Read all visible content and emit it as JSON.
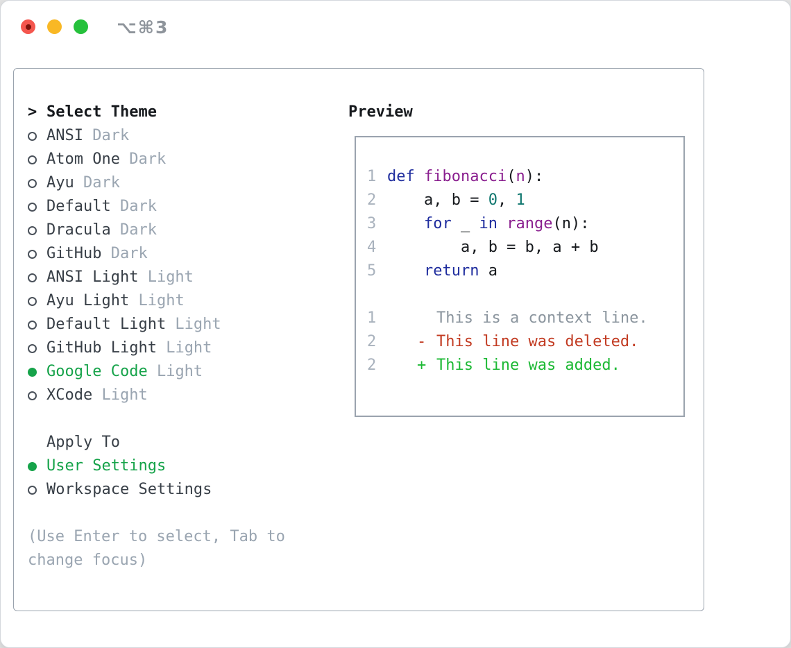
{
  "window": {
    "title": "⌥⌘3"
  },
  "colors": {
    "accent_green": "#16a34a",
    "added_green": "#1db935",
    "deleted_red": "#c23b22",
    "keyword_blue": "#1f2d9e",
    "function_purple": "#8a1f8f",
    "number_teal": "#0e766e",
    "gutter_gray": "#a9b2bd",
    "muted_gray": "#9aa5b1",
    "traffic_close": "#f4564e",
    "traffic_minimize": "#f9b825",
    "traffic_zoom": "#26c13c"
  },
  "theme_panel": {
    "cursor": ">",
    "heading": "Select Theme",
    "themes": [
      {
        "name": "ANSI",
        "variant": "Dark",
        "selected": false
      },
      {
        "name": "Atom One",
        "variant": "Dark",
        "selected": false
      },
      {
        "name": "Ayu",
        "variant": "Dark",
        "selected": false
      },
      {
        "name": "Default",
        "variant": "Dark",
        "selected": false
      },
      {
        "name": "Dracula",
        "variant": "Dark",
        "selected": false
      },
      {
        "name": "GitHub",
        "variant": "Dark",
        "selected": false
      },
      {
        "name": "ANSI Light",
        "variant": "Light",
        "selected": false
      },
      {
        "name": "Ayu Light",
        "variant": "Light",
        "selected": false
      },
      {
        "name": "Default Light",
        "variant": "Light",
        "selected": false
      },
      {
        "name": "GitHub Light",
        "variant": "Light",
        "selected": false
      },
      {
        "name": "Google Code",
        "variant": "Light",
        "selected": true
      },
      {
        "name": "XCode",
        "variant": "Light",
        "selected": false
      }
    ],
    "apply_to": {
      "heading": "Apply To",
      "options": [
        {
          "name": "User Settings",
          "selected": true
        },
        {
          "name": "Workspace Settings",
          "selected": false
        }
      ]
    },
    "hint": "(Use Enter to select, Tab to change focus)"
  },
  "preview": {
    "heading": "Preview",
    "code_lines": [
      {
        "n": "1",
        "tokens": [
          [
            "k",
            "def"
          ],
          [
            "p",
            " "
          ],
          [
            "f",
            "fibonacci"
          ],
          [
            "p",
            "("
          ],
          [
            "a",
            "n"
          ],
          [
            "p",
            "):"
          ]
        ]
      },
      {
        "n": "2",
        "tokens": [
          [
            "p",
            "    a, b = "
          ],
          [
            "n",
            "0"
          ],
          [
            "p",
            ", "
          ],
          [
            "n",
            "1"
          ]
        ]
      },
      {
        "n": "3",
        "tokens": [
          [
            "p",
            "    "
          ],
          [
            "k",
            "for"
          ],
          [
            "p",
            " _ "
          ],
          [
            "k",
            "in"
          ],
          [
            "p",
            " "
          ],
          [
            "f",
            "range"
          ],
          [
            "p",
            "(n):"
          ]
        ]
      },
      {
        "n": "4",
        "tokens": [
          [
            "p",
            "        a, b = b, a + b"
          ]
        ]
      },
      {
        "n": "5",
        "tokens": [
          [
            "p",
            "    "
          ],
          [
            "k",
            "return"
          ],
          [
            "p",
            " a"
          ]
        ]
      }
    ],
    "diff_lines": [
      {
        "n": "1",
        "marker": " ",
        "type": "context",
        "text": "This is a context line."
      },
      {
        "n": "2",
        "marker": "-",
        "type": "deleted",
        "text": "This line was deleted."
      },
      {
        "n": "2",
        "marker": "+",
        "type": "added",
        "text": "This line was added."
      }
    ]
  }
}
